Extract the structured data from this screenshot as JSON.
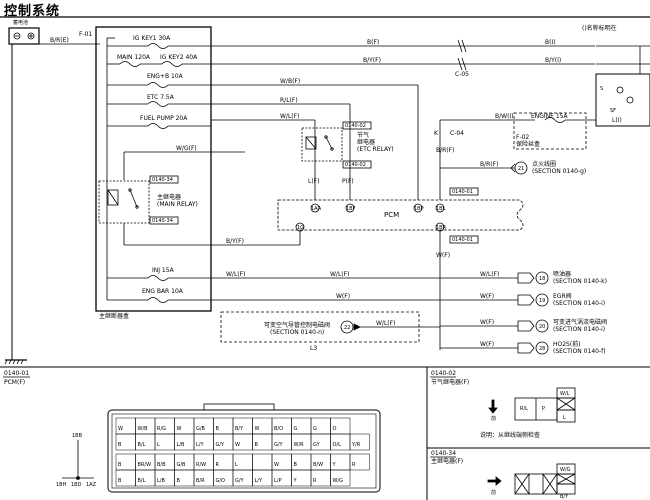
{
  "title": "控制系统",
  "battery": {
    "label": "蓄电池"
  },
  "top_right_note": "()名称标明在",
  "fuse_box": {
    "label": "主继断器盒"
  },
  "fuses": {
    "ig_key1": "IG KEY1 30A",
    "main": "MAIN 120A",
    "ig_key2": "IG KEY2 40A",
    "eng_b": "ENG+B 10A",
    "etc": "ETC 7.5A",
    "fuel_pump": "FUEL PUMP 20A",
    "inj": "INJ 15A",
    "eng_bar": "ENG BAR 10A",
    "engine": "ENGINE 15A"
  },
  "fuse_block_f02": {
    "code": "F-02",
    "name": "保险丝盒"
  },
  "connectors": {
    "f01": "F-01",
    "c05": "C-05",
    "k_c04": "K",
    "c04": "C-04",
    "ref_02": "0140-02",
    "ref_34": "0140-34",
    "ref_01": "0140-01"
  },
  "wires": {
    "b_re": "B/R(E)",
    "b_f": "B(F)",
    "b_i": "B(I)",
    "by_f": "B/Y(F)",
    "by_i": "B/Y(I)",
    "wb_f": "W/B(F)",
    "wb_i": "B/W(I)",
    "rl_f": "R/L(F)",
    "wl_f": "W/L(F)",
    "wg_f": "W/G(F)",
    "br_f": "B/R(F)",
    "l_f": "L(F)",
    "p_f": "P(F)",
    "w_f": "W(F)",
    "l_i": "L(I)"
  },
  "relays": {
    "etc": {
      "line1": "节气",
      "line2": "继电器",
      "line3": "(ETC RELAY)"
    },
    "main": {
      "line1": "主继电器",
      "line2": "(MAIN RELAY)"
    }
  },
  "pcm": {
    "label": "PCM"
  },
  "pins": {
    "p1": "1AA",
    "p2": "1BF",
    "p3": "1BP",
    "p4": "1BL",
    "p5": "1G",
    "p6": "1BR"
  },
  "outputs": [
    {
      "id": "21",
      "line1": "点火线圈",
      "line2": "(SECTION 0140-g)"
    },
    {
      "id": "18",
      "line1": "喷油器",
      "line2": "(SECTION 0140-k)"
    },
    {
      "id": "19",
      "line1": "EGR阀",
      "line2": "(SECTION 0140-i)"
    },
    {
      "id": "20",
      "line1": "可变进气涡流电磁阀",
      "line2": "(SECTION 0140-i)"
    },
    {
      "id": "28",
      "line1": "HO2S(前)",
      "line2": "(SECTION 0140-f)"
    }
  ],
  "dashed_box": {
    "line1": "可变空气导管控制电磁阀",
    "line2": "(SECTION 0140-n)",
    "ref": "22",
    "label": "L3"
  },
  "bottom": {
    "left_code": "0140-01",
    "left_title": "PCM(F)",
    "mid_code": "0140-02",
    "mid_title": "节气继电器(F)",
    "mid_note": "说明：从继线端侧检查",
    "right_code": "0140-34",
    "right_title": "主继电器(F)",
    "front_label": "前",
    "left_pins": [
      "1BB",
      "1BH",
      "1BD",
      "1AZ"
    ],
    "cells_row1": [
      "W",
      "W/B",
      "R/G",
      "W",
      "G/B",
      "B",
      "B/Y",
      "W",
      "B/O",
      "G",
      "G",
      "O"
    ],
    "cells_row2": [
      "B",
      "B/L",
      "L",
      "L/B",
      "L/Y",
      "G/Y",
      "W",
      "B",
      "G/Y",
      "W/R",
      "GY",
      "O/L",
      "Y/R"
    ],
    "cells_row3": [
      "B",
      "BR/W",
      "B/B",
      "G/B",
      "R/W",
      "R",
      "L",
      "",
      "W",
      "B",
      "B/W",
      "Y",
      "R"
    ],
    "cells_row4": [
      "B",
      "B/L",
      "L/B",
      "B",
      "B/R",
      "G/O",
      "G/Y",
      "L/Y",
      "L/P",
      "Y",
      "R",
      "W/G"
    ],
    "etc_pins": {
      "tl": "W/L",
      "ml": "R/L",
      "mr": "P",
      "bl": "L"
    },
    "main_pins": {
      "tl": "W/G",
      "bl": "B/Y"
    },
    "sub_label": "(×)"
  }
}
